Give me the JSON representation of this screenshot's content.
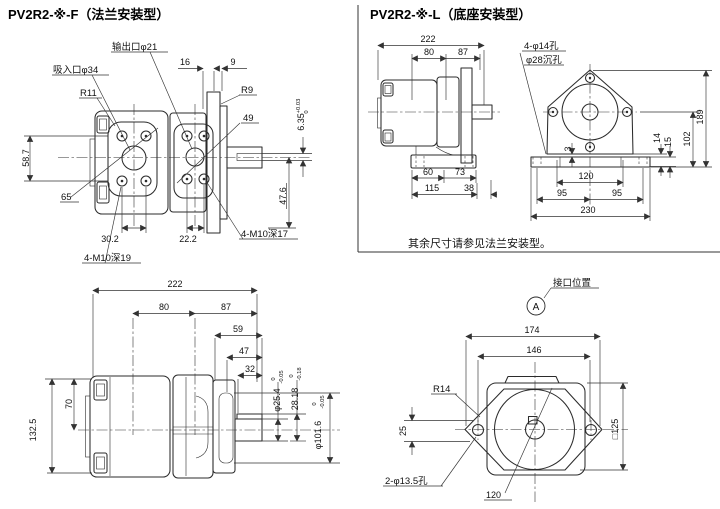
{
  "flange": {
    "title": "PV2R2-※-F（法兰安装型）",
    "outlet": "输出口φ21",
    "suction": "吸入口φ34",
    "r11": "R11",
    "r9": "R9",
    "d16": "16",
    "d9": "9",
    "d49": "49",
    "key": {
      "v": "6.35",
      "up": "+0.03",
      "lo": "0"
    },
    "d476": "47.6",
    "d587": "58.7",
    "d65": "65",
    "d302": "30.2",
    "d222": "22.2",
    "m10_17": "4-M10深17",
    "m10_19": "4-M10深19"
  },
  "base": {
    "title": "PV2R2-※-L（底座安装型）",
    "d222": "222",
    "d80": "80",
    "d87": "87",
    "d60": "60",
    "d73": "73",
    "d115": "115",
    "d38": "38",
    "holes1": "4-φ14孔",
    "holes2": "φ28沉孔",
    "d3": "3",
    "d120": "120",
    "d95a": "95",
    "d95b": "95",
    "d230": "230",
    "d14": "14",
    "d15": "15",
    "d102": "102",
    "d189": "189",
    "note": "其余尺寸请参见法兰安装型。"
  },
  "side": {
    "d222": "222",
    "d80": "80",
    "d87": "87",
    "d59": "59",
    "d47": "47",
    "d32": "32",
    "shaft": {
      "v": "φ25.4",
      "up": "0",
      "lo": "-0.05"
    },
    "keyh": {
      "v": "28.18",
      "up": "0",
      "lo": "-0.18"
    },
    "pilot": {
      "v": "φ101.6",
      "up": "0",
      "lo": "-0.05"
    },
    "d70": "70",
    "d1325": "132.5"
  },
  "port": {
    "label": "接口位置",
    "marker": "A",
    "d174": "174",
    "d146": "146",
    "d25": "25",
    "d120": "120",
    "r14": "R14",
    "holes": "2-φ13.5孔",
    "square": "□125"
  },
  "colors": {
    "line": "#2b2b2b",
    "dim": "#333333"
  }
}
